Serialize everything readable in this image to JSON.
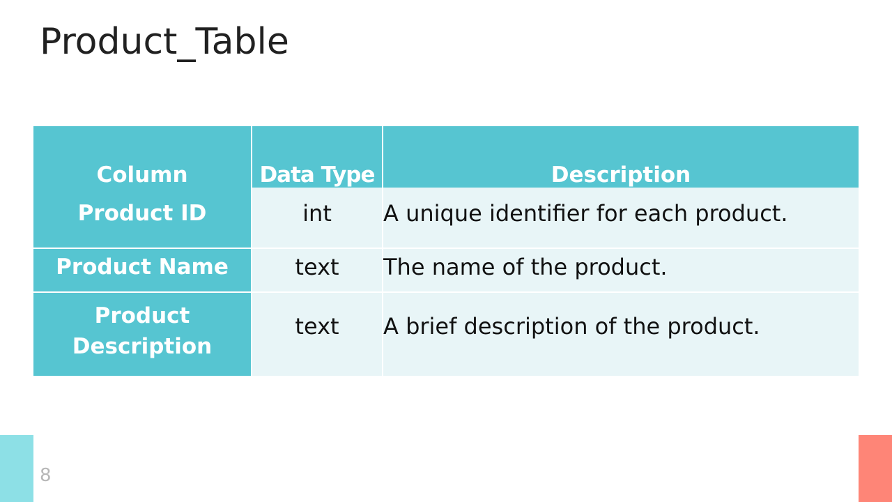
{
  "slide": {
    "title": "Product_Table",
    "page_number": "8"
  },
  "table": {
    "headers": [
      "Column",
      "Data Type",
      "Description"
    ],
    "rows": [
      {
        "column": "Product ID",
        "type": "int",
        "description": "A unique identifier for each product."
      },
      {
        "column": "Product Name",
        "type": "text",
        "description": "The name of the product."
      },
      {
        "column": "Product Description",
        "type": "text",
        "description": "A brief description of the product."
      }
    ]
  },
  "colors": {
    "header_bg": "#56c5d1",
    "cell_bg": "#e8f5f7",
    "accent_left": "#8de0e6",
    "accent_right": "#fe8577"
  }
}
